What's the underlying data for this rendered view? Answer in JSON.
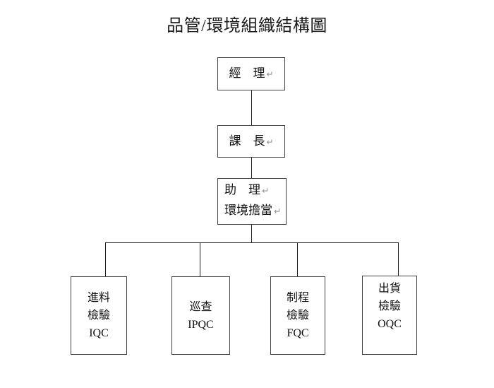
{
  "title": "品管/環境組織結構圖",
  "return_mark": "↵",
  "nodes": {
    "manager": {
      "lines": [
        "經　理"
      ]
    },
    "section_chief": {
      "lines": [
        "課　長"
      ]
    },
    "assistant": {
      "lines": [
        "助　理",
        "環境擔當"
      ]
    },
    "iqc": {
      "lines": [
        "進料",
        "檢驗",
        "IQC"
      ]
    },
    "ipqc": {
      "lines": [
        "巡查",
        "IPQC"
      ]
    },
    "fqc": {
      "lines": [
        "制程",
        "檢驗",
        "FQC"
      ]
    },
    "oqc": {
      "lines": [
        "出貨",
        "檢驗",
        "OQC"
      ]
    }
  },
  "colors": {
    "background": "#ffffff",
    "box_border": "#3f3f3f",
    "connector": "#1c1c1c",
    "text": "#111111",
    "return_mark": "#8f8f8f"
  }
}
